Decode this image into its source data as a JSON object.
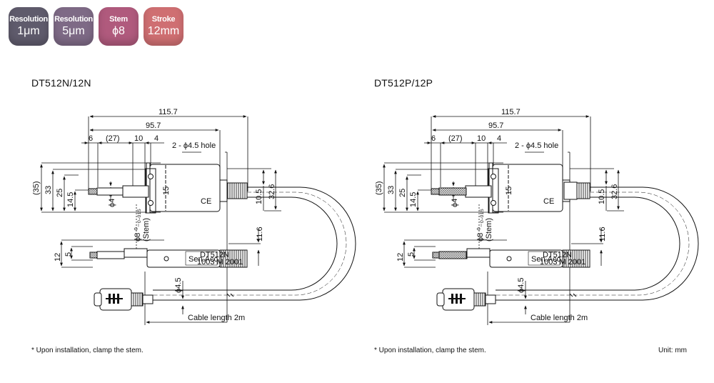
{
  "badges": [
    {
      "label": "Resolution",
      "value": "1μm",
      "color": "#5f5b6c"
    },
    {
      "label": "Resolution",
      "value": "5μm",
      "color": "#7e6a86"
    },
    {
      "label": "Stem",
      "value": "ϕ8",
      "color": "#b05a7d"
    },
    {
      "label": "Stroke",
      "value": "12mm",
      "color": "#cf6f72"
    }
  ],
  "drawings": [
    {
      "title": "DT512N/12N",
      "dims": {
        "d115": "115.7",
        "d95": "95.7",
        "d6": "6",
        "d27": "(27)",
        "d10": "10",
        "d4": "4",
        "hole": "2 - ϕ4.5 hole",
        "d35": "(35)",
        "d33": "33",
        "d25": "25",
        "d14": "14.5",
        "phi4": "ϕ4",
        "d15": "15",
        "d10_5": "10.5",
        "d32": "32.6",
        "stem": "ϕ8 ⁰₋₀.₀₁₅",
        "stem2": "(Stem)",
        "d11": "11.6",
        "d12": "12",
        "d5": "5",
        "phi45": "ϕ4.5",
        "cable": "Cable length 2m",
        "ce": "CE"
      },
      "note": "* Upon installation, clamp the stem."
    },
    {
      "title": "DT512P/12P",
      "dims": {
        "d115": "115.7",
        "d95": "95.7",
        "d6": "6",
        "d27": "(27)",
        "d10": "10",
        "d4": "4",
        "hole": "2 - ϕ4.5 hole",
        "d35": "(35)",
        "d33": "33",
        "d25": "25",
        "d14": "14.5",
        "phi4": "ϕ4",
        "d15": "15",
        "d10_5": "10.5",
        "d32": "32.6",
        "stem": "ϕ8 ⁰₋₀.₀₁₅",
        "stem2": "(Stem)",
        "d11": "11.6",
        "d12": "12",
        "d5": "5",
        "phi45": "ϕ4.5",
        "cable": "Cable length 2m",
        "ce": "CE"
      },
      "note": "* Upon installation, clamp the stem."
    }
  ],
  "unit": "Unit: mm"
}
